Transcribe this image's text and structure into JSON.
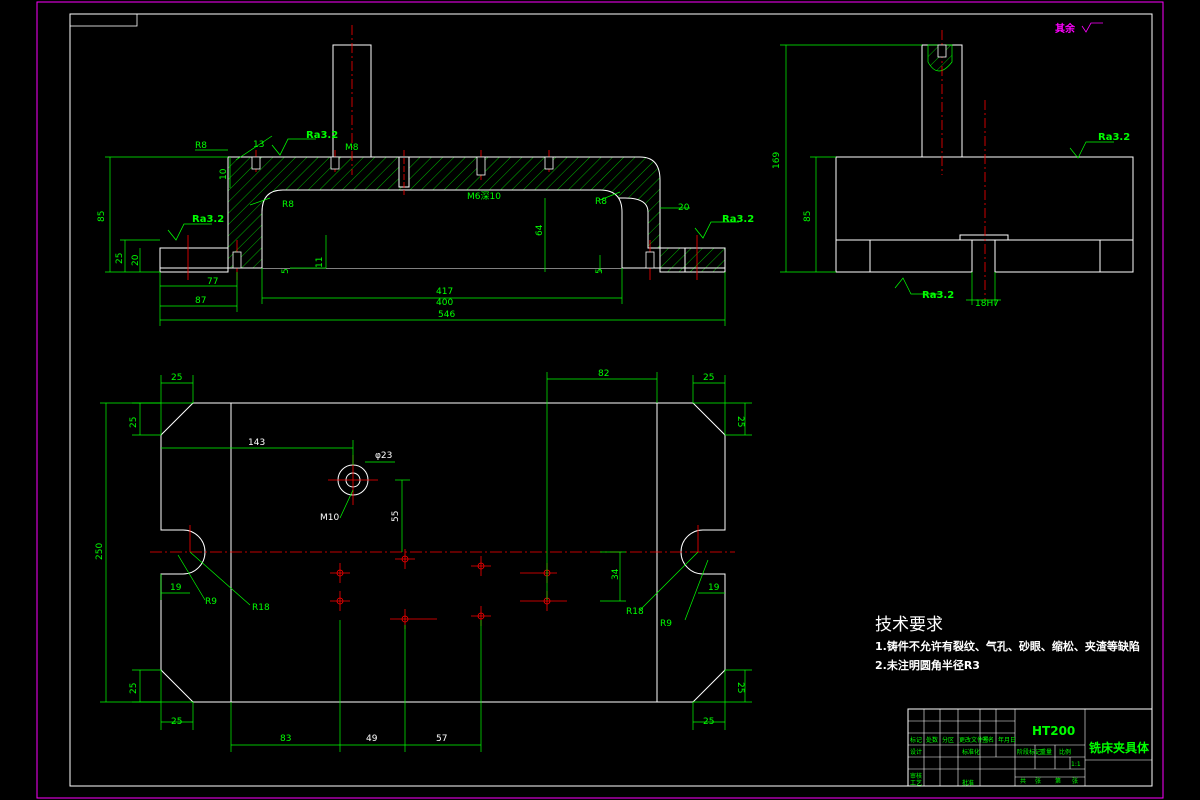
{
  "colors": {
    "border": "#ff00ff",
    "outline": "#ffffff",
    "dimension": "#00ff00",
    "centerline": "#ff0000",
    "hatch": "#00ff00",
    "rest_symbol": "#ff00ff"
  },
  "rest_symbol": "其余",
  "roughness": {
    "top_left": "Ra3.2",
    "left": "Ra3.2",
    "right": "Ra3.2",
    "side_top": "Ra3.2",
    "side_bottom": "Ra3.2"
  },
  "front_view": {
    "dims": {
      "overall_width": "546",
      "inner_width": "417",
      "inner_width_2": "400",
      "left_offset": "87",
      "left_offset_2": "77",
      "overall_height": "85",
      "left_h1": "25",
      "left_h2": "20",
      "inner_h": "11",
      "inner_h2": "5",
      "right_h": "64",
      "right_h2": "5",
      "r_outer": "R8",
      "r_inner_left": "R8",
      "r_inner_right": "R8",
      "right_r": "20",
      "top_thick": "10",
      "top_thick_2": "13",
      "top_m": "M8",
      "hole_label": "M6深10",
      "r_left_top": "R8"
    }
  },
  "side_view": {
    "dims": {
      "overall_height": "169",
      "body_height": "85",
      "slot_width": "18H7"
    }
  },
  "top_view": {
    "dims": {
      "corner_top_left": "25",
      "corner_top_right": "25",
      "corner_bottom_left": "25",
      "corner_bottom_right": "25",
      "corner_side_tl": "25",
      "corner_side_tr": "25",
      "corner_side_bl": "25",
      "corner_side_br": "25",
      "hole_x": "143",
      "hole_dia": "φ23",
      "hole_thread": "M10",
      "hole_y": "55",
      "right_span": "82",
      "overall_height": "250",
      "slot_left_w": "19",
      "slot_right_w": "19",
      "slot_left_r": "R18",
      "slot_right_r": "R18",
      "slot_left_d": "R9",
      "slot_right_d": "R9",
      "mid_y": "34",
      "bottom_a": "83",
      "bottom_b": "49",
      "bottom_c": "57"
    }
  },
  "requirements": {
    "title": "技术要求",
    "items": [
      "1.铸件不允许有裂纹、气孔、砂眼、缩松、夹渣等缺陷",
      "2.未注明圆角半径R3"
    ]
  },
  "title_block": {
    "material": "HT200",
    "part_name": "铣床夹具体",
    "cells": [
      "标记",
      "处数",
      "分区",
      "更改文件号",
      "签名",
      "年月日",
      "设计",
      "标准化",
      "审核",
      "工艺",
      "批准",
      "阶段标记",
      "重量",
      "比例",
      "共",
      "张",
      "第",
      "张",
      "1:1"
    ]
  }
}
